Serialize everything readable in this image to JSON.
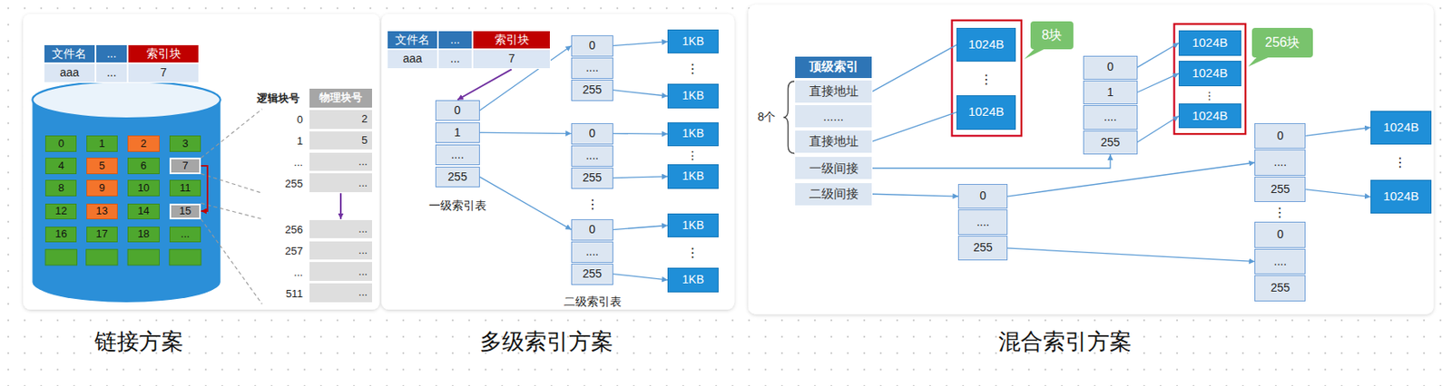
{
  "diagram": {
    "nodes": [
      {
        "text": [
          "文件名"
        ]
      },
      {
        "text": [
          "..."
        ]
      },
      {
        "text": [
          "索引块"
        ]
      },
      {
        "text": [
          "aaa"
        ]
      },
      {
        "text": [
          "..."
        ]
      },
      {
        "text": [
          "7"
        ]
      },
      {
        "text": [
          "0"
        ]
      },
      {
        "text": [
          "1"
        ]
      },
      {
        "text": [
          "2"
        ]
      },
      {
        "text": [
          "3"
        ]
      },
      {
        "text": [
          "4"
        ]
      },
      {
        "text": [
          "5"
        ]
      },
      {
        "text": [
          "6"
        ]
      },
      {
        "text": [
          "7"
        ]
      },
      {
        "text": [
          "8"
        ]
      },
      {
        "text": [
          "9"
        ]
      },
      {
        "text": [
          "10"
        ]
      },
      {
        "text": [
          "11"
        ]
      },
      {
        "text": [
          "12"
        ]
      },
      {
        "text": [
          "13"
        ]
      },
      {
        "text": [
          "14"
        ]
      },
      {
        "text": [
          "15"
        ]
      },
      {
        "text": [
          "16"
        ]
      },
      {
        "text": [
          "17"
        ]
      },
      {
        "text": [
          "18"
        ]
      },
      {
        "text": [
          "..."
        ]
      },
      {
        "text": [
          "物理块号"
        ]
      },
      {
        "text": [
          "2"
        ]
      },
      {
        "text": [
          "5"
        ]
      },
      {
        "text": [
          "..."
        ]
      },
      {
        "text": [
          "..."
        ]
      },
      {
        "text": [
          "..."
        ]
      },
      {
        "text": [
          "..."
        ]
      },
      {
        "text": [
          "..."
        ]
      },
      {
        "text": [
          "..."
        ]
      },
      {
        "text": [
          "文件名"
        ]
      },
      {
        "text": [
          "..."
        ]
      },
      {
        "text": [
          "索引块"
        ]
      },
      {
        "text": [
          "aaa"
        ]
      },
      {
        "text": [
          "..."
        ]
      },
      {
        "text": [
          "7"
        ]
      },
      {
        "text": [
          "0"
        ]
      },
      {
        "text": [
          "1"
        ]
      },
      {
        "text": [
          "...."
        ]
      },
      {
        "text": [
          "255"
        ]
      },
      {
        "text": [
          "0"
        ]
      },
      {
        "text": [
          "...."
        ]
      },
      {
        "text": [
          "255"
        ]
      },
      {
        "text": [
          "1KB"
        ]
      },
      {
        "text": [
          "1KB"
        ]
      },
      {
        "text": [
          "0"
        ]
      },
      {
        "text": [
          "...."
        ]
      },
      {
        "text": [
          "255"
        ]
      },
      {
        "text": [
          "1KB"
        ]
      },
      {
        "text": [
          "1KB"
        ]
      },
      {
        "text": [
          "0"
        ]
      },
      {
        "text": [
          "...."
        ]
      },
      {
        "text": [
          "255"
        ]
      },
      {
        "text": [
          "1KB"
        ]
      },
      {
        "text": [
          "1KB"
        ]
      },
      {
        "text": [
          "顶级索引"
        ]
      },
      {
        "text": [
          "直接地址"
        ]
      },
      {
        "text": [
          "......"
        ]
      },
      {
        "text": [
          "直接地址"
        ]
      },
      {
        "text": [
          "一级间接"
        ]
      },
      {
        "text": [
          "二级间接"
        ]
      },
      {
        "text": [
          "1024B"
        ]
      },
      {
        "text": [
          "1024B"
        ]
      },
      {
        "text": [
          "8块"
        ]
      },
      {
        "text": [
          "0"
        ]
      },
      {
        "text": [
          "1"
        ]
      },
      {
        "text": [
          "...."
        ]
      },
      {
        "text": [
          "255"
        ]
      },
      {
        "text": [
          "1024B"
        ]
      },
      {
        "text": [
          "1024B"
        ]
      },
      {
        "text": [
          "1024B"
        ]
      },
      {
        "text": [
          "256块"
        ]
      },
      {
        "text": [
          "0"
        ]
      },
      {
        "text": [
          "...."
        ]
      },
      {
        "text": [
          "255"
        ]
      },
      {
        "text": [
          "0"
        ]
      },
      {
        "text": [
          "...."
        ]
      },
      {
        "text": [
          "255"
        ]
      },
      {
        "text": [
          "0"
        ]
      },
      {
        "text": [
          "...."
        ]
      },
      {
        "text": [
          "255"
        ]
      },
      {
        "text": [
          "1024B"
        ]
      },
      {
        "text": [
          "1024B"
        ]
      }
    ],
    "edges": [
      {
        "from": 13,
        "to": 21,
        "arrow": "to"
      },
      {
        "from": 30,
        "to": 31,
        "arrow": "to"
      },
      {
        "from": 40,
        "to": 41,
        "arrow": "to"
      },
      {
        "from": 41,
        "to": 45,
        "arrow": "to"
      },
      {
        "from": 42,
        "to": 50,
        "arrow": "to"
      },
      {
        "from": 44,
        "to": 55,
        "arrow": "to"
      },
      {
        "from": 45,
        "to": 48,
        "arrow": "to"
      },
      {
        "from": 47,
        "to": 49,
        "arrow": "to"
      },
      {
        "from": 50,
        "to": 53,
        "arrow": "to"
      },
      {
        "from": 52,
        "to": 54,
        "arrow": "to"
      },
      {
        "from": 55,
        "to": 58,
        "arrow": "to"
      },
      {
        "from": 57,
        "to": 59,
        "arrow": "to"
      },
      {
        "from": 61,
        "to": 66,
        "arrow": "none"
      },
      {
        "from": 63,
        "to": 67,
        "arrow": "none"
      },
      {
        "from": 64,
        "to": 72,
        "arrow": "to"
      },
      {
        "from": 69,
        "to": 73,
        "arrow": "to"
      },
      {
        "from": 70,
        "to": 74,
        "arrow": "to"
      },
      {
        "from": 72,
        "to": 75,
        "arrow": "to"
      },
      {
        "from": 65,
        "to": 77,
        "arrow": "to"
      },
      {
        "from": 77,
        "to": 81,
        "arrow": "to"
      },
      {
        "from": 79,
        "to": 84,
        "arrow": "to"
      },
      {
        "from": 80,
        "to": 86,
        "arrow": "to"
      },
      {
        "from": 82,
        "to": 87,
        "arrow": "to"
      }
    ],
    "labels": [
      "逻辑块号",
      "0",
      "1",
      "...",
      "255",
      "256",
      "257",
      "...",
      "511",
      "⋮",
      "⋮",
      "⋮",
      "⋮",
      "一级索引表",
      "二级索引表",
      "8个",
      "⋮",
      "⋮",
      "⋮",
      "⋮",
      "链接方案",
      "多级索引方案",
      "混合索引方案"
    ]
  }
}
